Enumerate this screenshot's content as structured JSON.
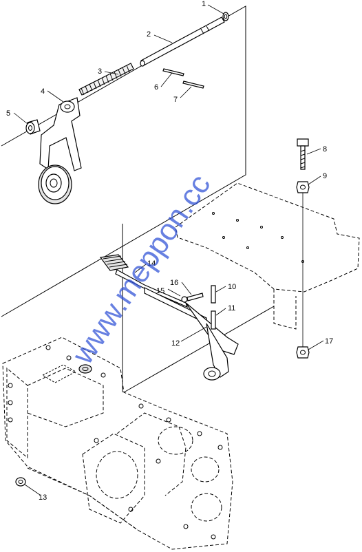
{
  "callouts": [
    {
      "id": "1",
      "label": "1"
    },
    {
      "id": "2",
      "label": "2"
    },
    {
      "id": "3",
      "label": "3"
    },
    {
      "id": "4",
      "label": "4"
    },
    {
      "id": "5",
      "label": "5"
    },
    {
      "id": "6",
      "label": "6"
    },
    {
      "id": "7",
      "label": "7"
    },
    {
      "id": "8",
      "label": "8"
    },
    {
      "id": "9",
      "label": "9"
    },
    {
      "id": "10",
      "label": "10"
    },
    {
      "id": "11",
      "label": "11"
    },
    {
      "id": "12",
      "label": "12"
    },
    {
      "id": "13",
      "label": "13"
    },
    {
      "id": "14",
      "label": "14"
    },
    {
      "id": "15",
      "label": "15"
    },
    {
      "id": "16",
      "label": "16"
    },
    {
      "id": "17",
      "label": "17"
    }
  ],
  "watermark": "www.meppon.cc"
}
